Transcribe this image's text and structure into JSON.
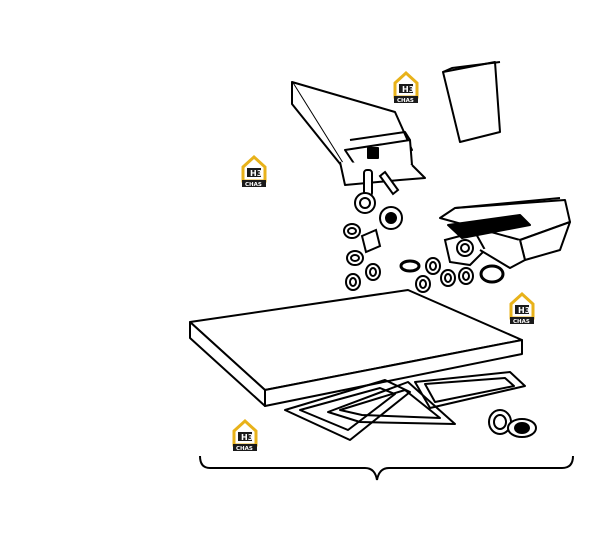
{
  "illustration": {
    "subject": "exploded parts kit",
    "line_color": "#000000",
    "background": "#ffffff"
  },
  "watermark": {
    "brand_top": "H3",
    "brand_bottom": "CHAS",
    "accent_color": "#e8b21a",
    "dark_color": "#1a1a1a"
  }
}
